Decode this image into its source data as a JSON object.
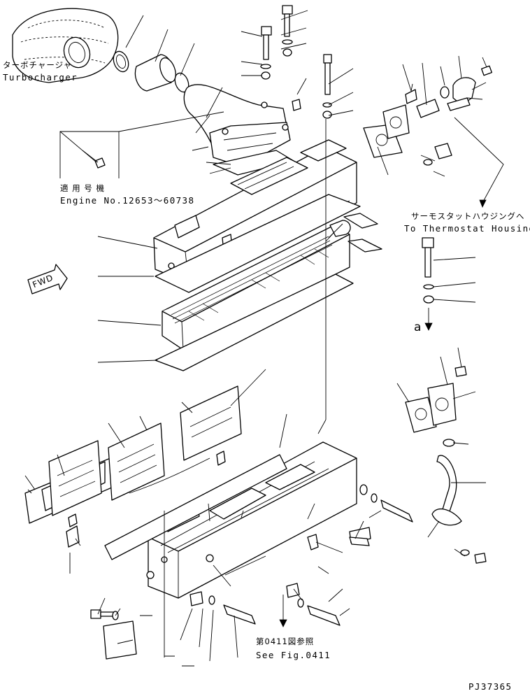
{
  "labels": {
    "turbocharger_jp": "ターボチャージャ",
    "turbocharger_en": "Turbocharger",
    "applicable_jp": "適 用 号 機",
    "engine_no": "Engine No.12653～60738",
    "thermostat_jp": "サーモスタットハウジングへ",
    "thermostat_en": "To Thermostat Housing",
    "fwd": "FWD",
    "ref_a": "a",
    "see_fig_jp": "第0411図参照",
    "see_fig_en": "See Fig.0411",
    "drawing_no": "PJ37365"
  },
  "colors": {
    "ink": "#000000",
    "paper": "#ffffff"
  }
}
